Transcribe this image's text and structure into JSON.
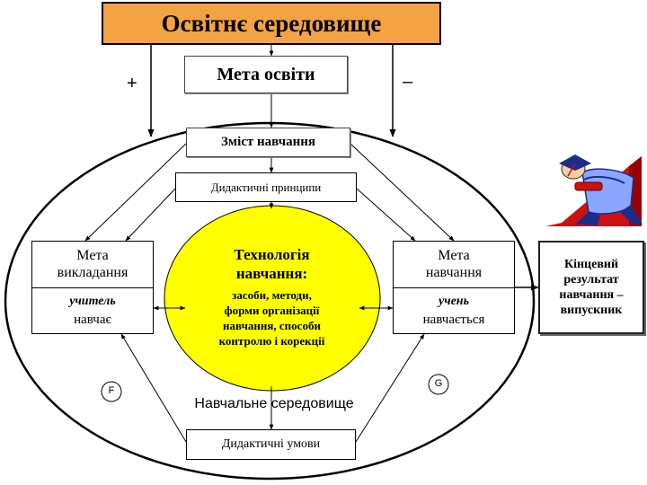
{
  "title": "Освітнє середовище",
  "goal_of_education": "Мета освіти",
  "plus_sign": "+",
  "minus_sign": "–",
  "content_of_learning": "Зміст навчання",
  "didactic_principles": "Дидактичні принципи",
  "teacher": {
    "goal_line1": "Мета",
    "goal_line2": "викладання",
    "role": "учитель",
    "action": "навчає"
  },
  "student": {
    "goal_line1": "Мета",
    "goal_line2": "навчання",
    "role": "учень",
    "action": "навчається"
  },
  "technology": {
    "title_line1": "Технологія",
    "title_line2": "навчання:",
    "detail_line1": "засоби, методи,",
    "detail_line2": "форми організації",
    "detail_line3": "навчання, способи",
    "detail_line4": "контролю і корекції"
  },
  "learning_environment": "Навчальне середовище",
  "didactic_conditions": "Дидактичні умови",
  "marker_f": "F",
  "marker_g": "G",
  "final_result": {
    "line1": "Кінцевий",
    "line2": "результат",
    "line3": "навчання –",
    "line4": "випускник"
  },
  "colors": {
    "title_fill": "#f5a245",
    "technology_fill": "#ffff00",
    "lines": "#000000"
  }
}
